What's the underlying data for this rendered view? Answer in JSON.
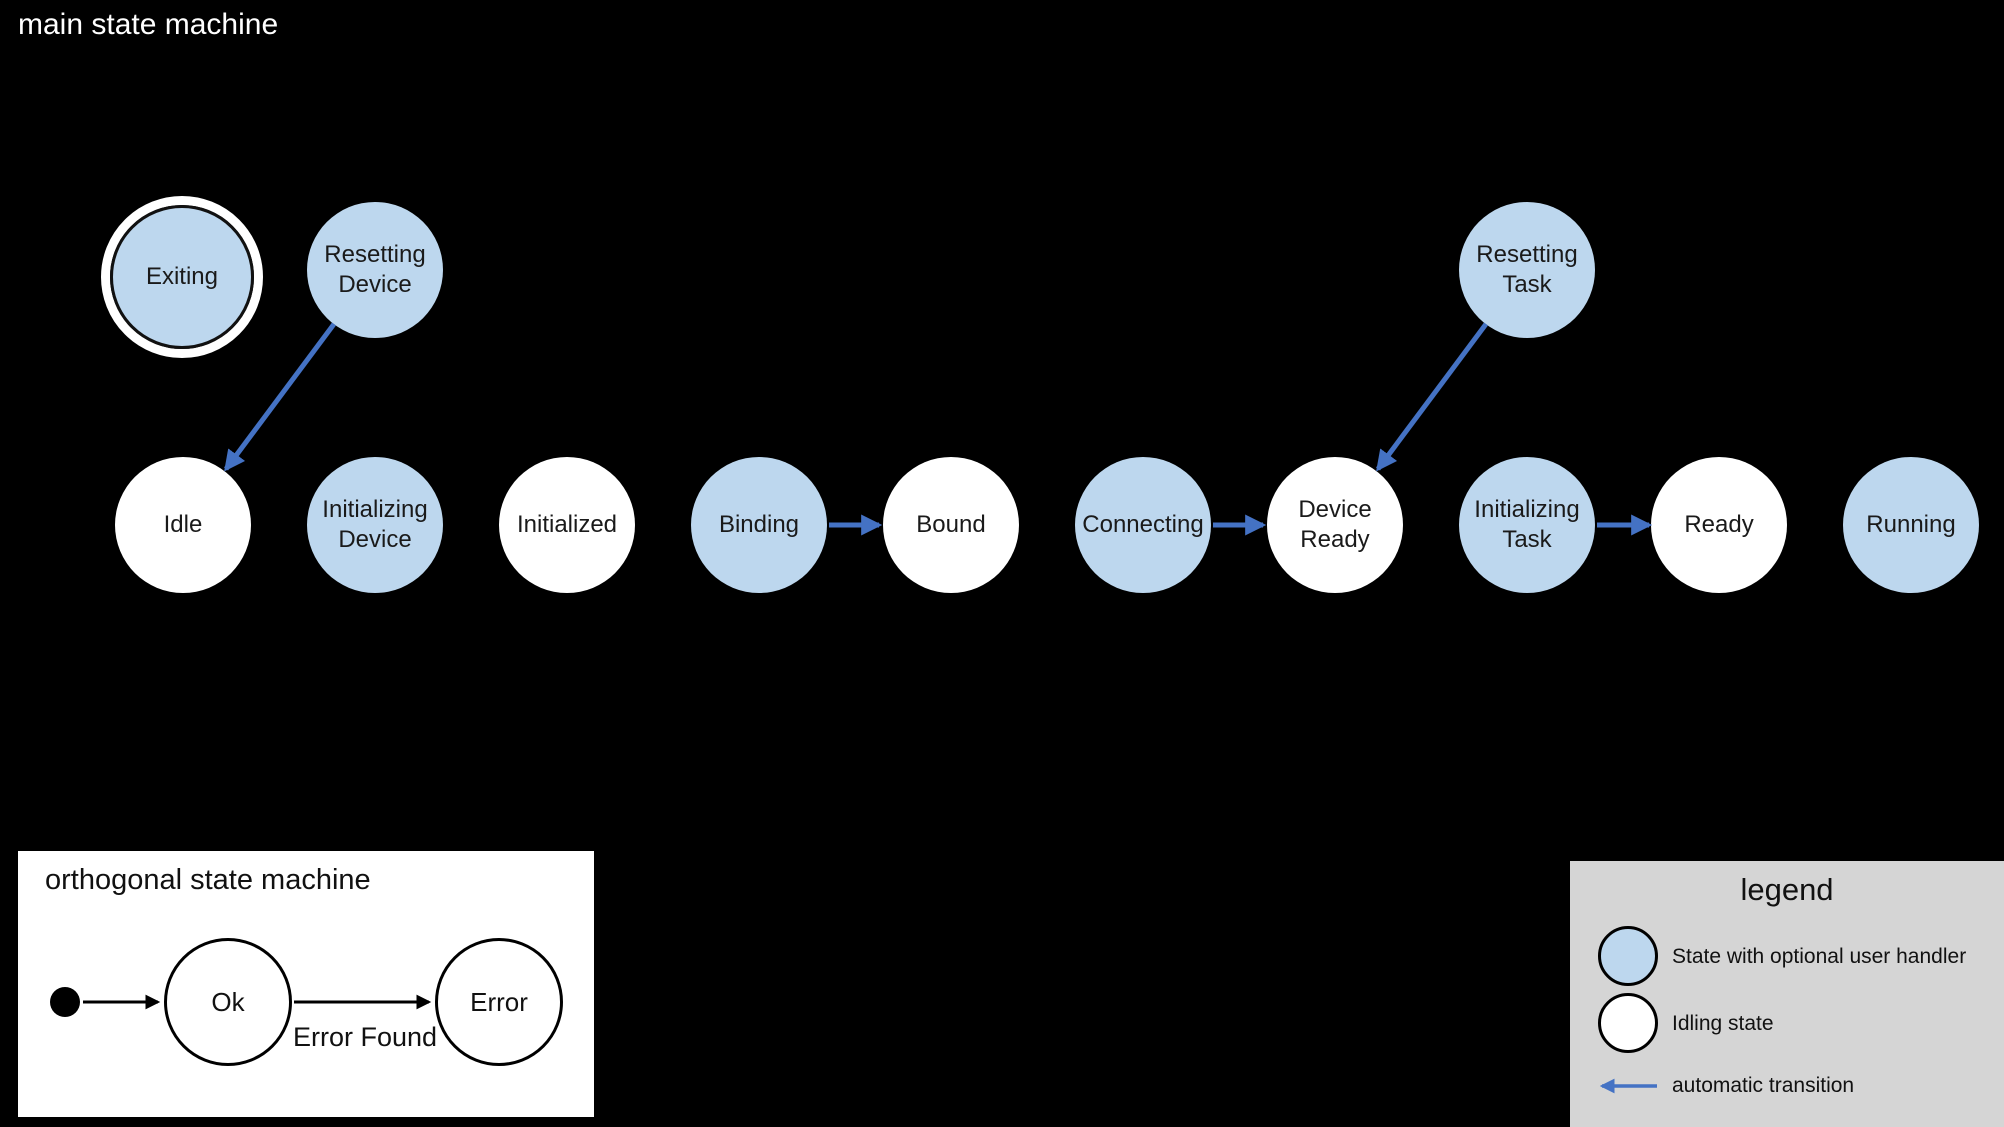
{
  "main": {
    "title": "main state machine"
  },
  "diagram": {
    "states": [
      {
        "id": "exiting",
        "label": "Exiting",
        "kind": "user-handler",
        "final": true
      },
      {
        "id": "resetting-device",
        "label": "Resetting\nDevice",
        "kind": "user-handler"
      },
      {
        "id": "resetting-task",
        "label": "Resetting\nTask",
        "kind": "user-handler"
      },
      {
        "id": "idle",
        "label": "Idle",
        "kind": "idling"
      },
      {
        "id": "initializing-device",
        "label": "Initializing\nDevice",
        "kind": "user-handler"
      },
      {
        "id": "initialized",
        "label": "Initialized",
        "kind": "idling"
      },
      {
        "id": "binding",
        "label": "Binding",
        "kind": "user-handler"
      },
      {
        "id": "bound",
        "label": "Bound",
        "kind": "idling"
      },
      {
        "id": "connecting",
        "label": "Connecting",
        "kind": "user-handler"
      },
      {
        "id": "device-ready",
        "label": "Device\nReady",
        "kind": "idling"
      },
      {
        "id": "initializing-task",
        "label": "Initializing\nTask",
        "kind": "user-handler"
      },
      {
        "id": "ready",
        "label": "Ready",
        "kind": "idling"
      },
      {
        "id": "running",
        "label": "Running",
        "kind": "user-handler"
      }
    ],
    "transitions": [
      {
        "from": "Resetting Device",
        "to": "Idle",
        "type": "automatic"
      },
      {
        "from": "Binding",
        "to": "Bound",
        "type": "automatic"
      },
      {
        "from": "Connecting",
        "to": "Device Ready",
        "type": "automatic"
      },
      {
        "from": "Resetting Task",
        "to": "Device Ready",
        "type": "automatic"
      },
      {
        "from": "Initializing Task",
        "to": "Ready",
        "type": "automatic"
      }
    ]
  },
  "orthogonal": {
    "title": "orthogonal state machine",
    "states": [
      {
        "label": "Ok"
      },
      {
        "label": "Error"
      }
    ],
    "transition_label": "Error Found"
  },
  "legend": {
    "title": "legend",
    "items": [
      {
        "label": "State with optional user handler"
      },
      {
        "label": "Idling state"
      },
      {
        "label": "automatic transition"
      }
    ]
  },
  "colors": {
    "background": "#000000",
    "user_handler_state_fill": "#bdd7ee",
    "idling_state_fill": "#ffffff",
    "automatic_transition_arrow": "#4472c4",
    "legend_background": "#d5d5d5",
    "text_dark": "#1a1a1a",
    "text_light": "#ffffff"
  }
}
